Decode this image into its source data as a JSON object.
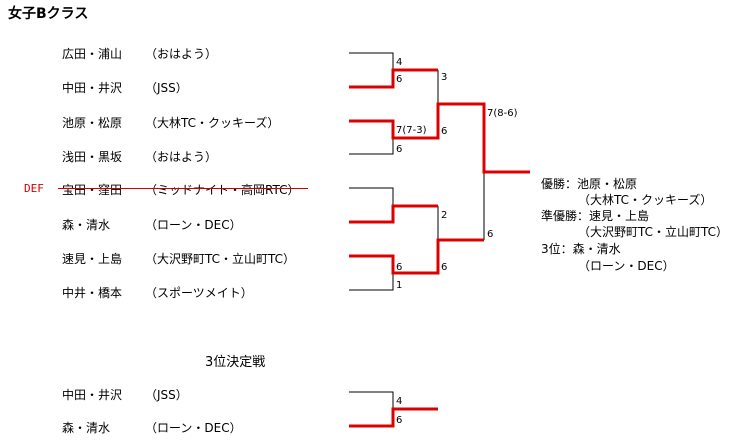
{
  "title": "女子Bクラス",
  "def_label": "DEF",
  "entries": [
    {
      "pair": "広田・浦山",
      "club": "（おはよう）"
    },
    {
      "pair": "中田・井沢",
      "club": "（JSS）"
    },
    {
      "pair": "池原・松原",
      "club": "（大林TC・クッキーズ）"
    },
    {
      "pair": "浅田・黒坂",
      "club": "（おはよう）"
    },
    {
      "pair": "宝田・窪田",
      "club": "（ミッドナイト・高岡RTC）"
    },
    {
      "pair": "森・清水",
      "club": "（ローン・DEC）"
    },
    {
      "pair": "速見・上島",
      "club": "（大沢野町TC・立山町TC）"
    },
    {
      "pair": "中井・橋本",
      "club": "（スポーツメイト）"
    }
  ],
  "scores": {
    "r1": [
      "4",
      "6",
      "7(7-3)",
      "6",
      "6",
      "1"
    ],
    "sf": [
      "3",
      "6",
      "2",
      "6"
    ],
    "final": [
      "7(8-6)",
      "6"
    ]
  },
  "results": {
    "winner_label": "優勝：",
    "winner_pair": "池原・松原",
    "winner_club": "（大林TC・クッキーズ）",
    "runner_label": "準優勝：",
    "runner_pair": "速見・上島",
    "runner_club": "（大沢野町TC・立山町TC）",
    "third_label": "3位：",
    "third_pair": "森・清水",
    "third_club": "（ローン・DEC）"
  },
  "third_place": {
    "title": "3位決定戦",
    "entries": [
      {
        "pair": "中田・井沢",
        "club": "（JSS）"
      },
      {
        "pair": "森・清水",
        "club": "（ローン・DEC）"
      }
    ],
    "scores": [
      "4",
      "6"
    ]
  },
  "colors": {
    "winner_line": "#dd0000",
    "line": "#000000",
    "def": "#cc0000"
  }
}
